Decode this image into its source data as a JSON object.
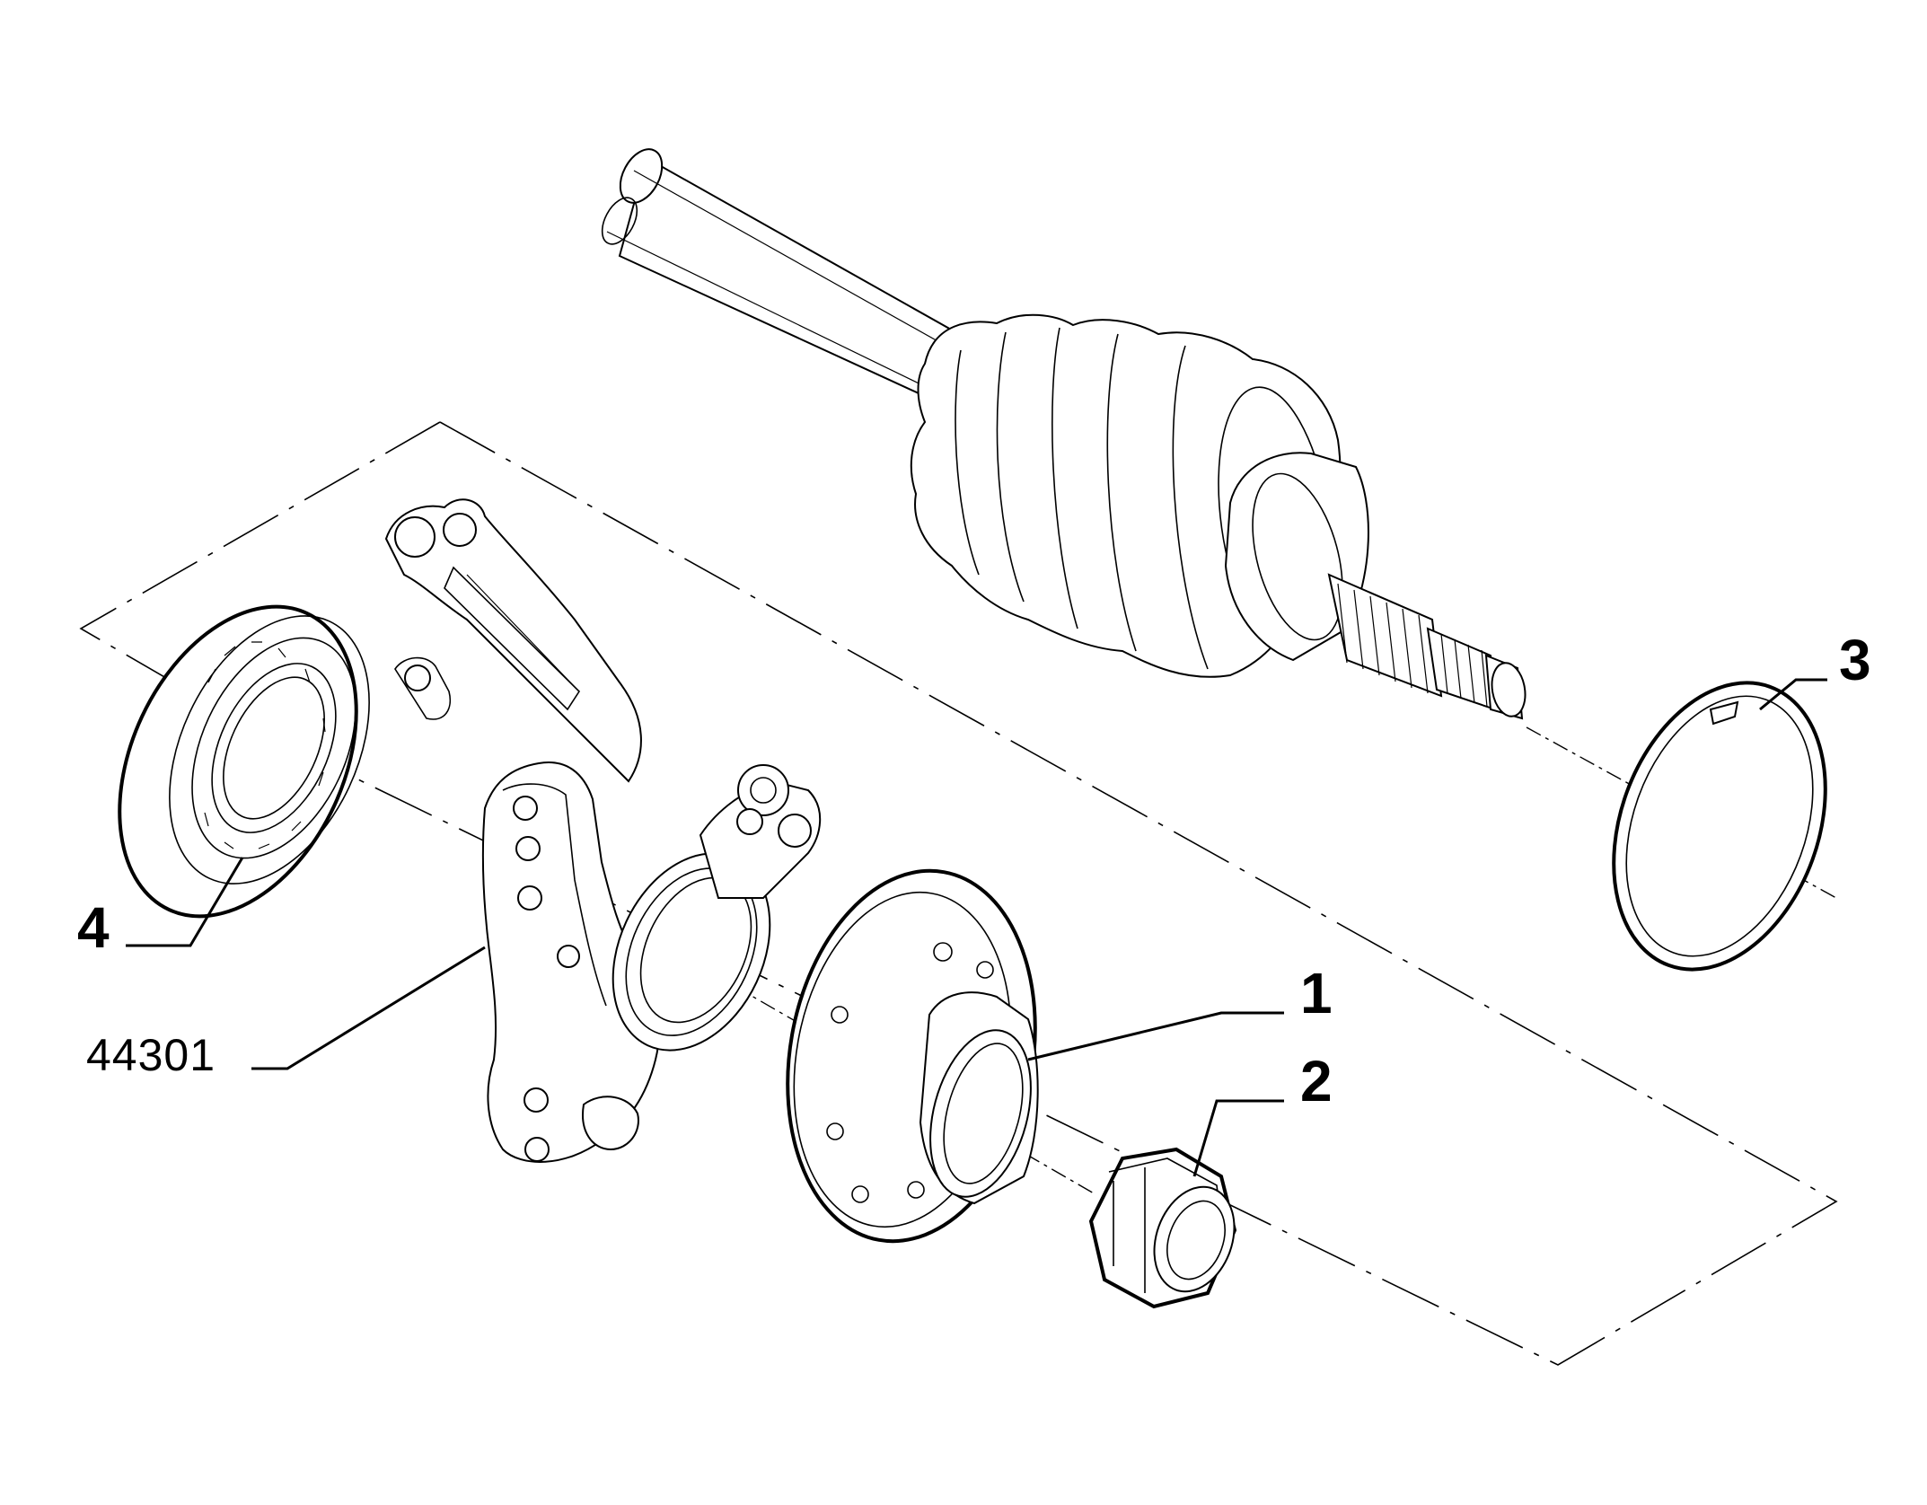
{
  "diagram": {
    "callouts": [
      {
        "id": "1",
        "text": "1"
      },
      {
        "id": "2",
        "text": "2"
      },
      {
        "id": "3",
        "text": "3"
      },
      {
        "id": "4",
        "text": "4"
      },
      {
        "id": "group",
        "text": "44301"
      }
    ],
    "parts": [
      {
        "id": "1",
        "icon": "wheel-hub-icon"
      },
      {
        "id": "2",
        "icon": "hub-nut-icon"
      },
      {
        "id": "3",
        "icon": "snap-ring-icon"
      },
      {
        "id": "4",
        "icon": "wheel-bearing-icon"
      },
      {
        "id": "group",
        "icon": "steering-knuckle-icon"
      },
      {
        "id": "shaft",
        "icon": "drive-shaft-icon"
      }
    ],
    "colors": {
      "ink": "#000000",
      "paper": "#ffffff"
    }
  }
}
